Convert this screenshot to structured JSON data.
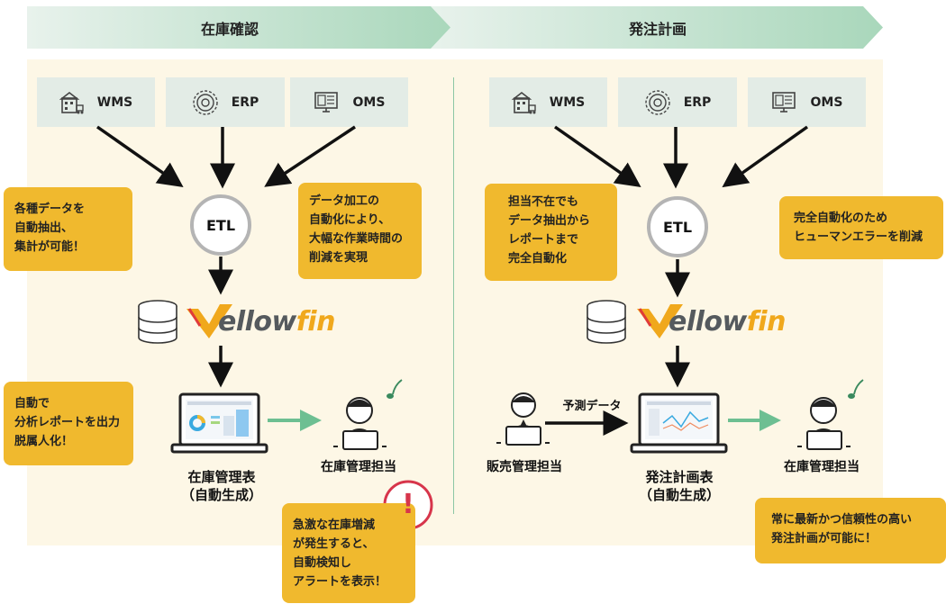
{
  "phases": {
    "left": {
      "title": "在庫確認"
    },
    "right": {
      "title": "発注計画"
    }
  },
  "sources": {
    "wms": "WMS",
    "erp": "ERP",
    "oms": "OMS"
  },
  "etl_label": "ETL",
  "yellowfin": {
    "part1": "ellow",
    "part2": "fin"
  },
  "left": {
    "note1": "各種データを\n自動抽出、\n集計が可能！",
    "note2": "データ加工の\n自動化により、\n大幅な作業時間の\n削減を実現",
    "note3": "自動で\n分析レポートを出力\n脱属人化！",
    "note4": "急激な在庫増減\nが発生すると、\n自動検知し\nアラートを表示！",
    "alert_mark": "!",
    "report_label": "在庫管理表\n（自動生成）",
    "person_label": "在庫管理担当"
  },
  "right": {
    "note1": "担当不在でも\nデータ抽出から\nレポートまで\n完全自動化",
    "note2": "完全自動化のため\nヒューマンエラーを削減",
    "note3": "常に最新かつ信頼性の高い\n発注計画が可能に！",
    "forecast_label": "予測データ",
    "sales_label": "販売管理担当",
    "report_label": "発注計画表\n（自動生成）",
    "person_label": "在庫管理担当"
  },
  "colors": {
    "note": "#f0b92e",
    "panel": "#fdf7e6",
    "source_box": "#e3ece6",
    "green_arrow": "#6dbf92",
    "alert": "#d7354b"
  }
}
